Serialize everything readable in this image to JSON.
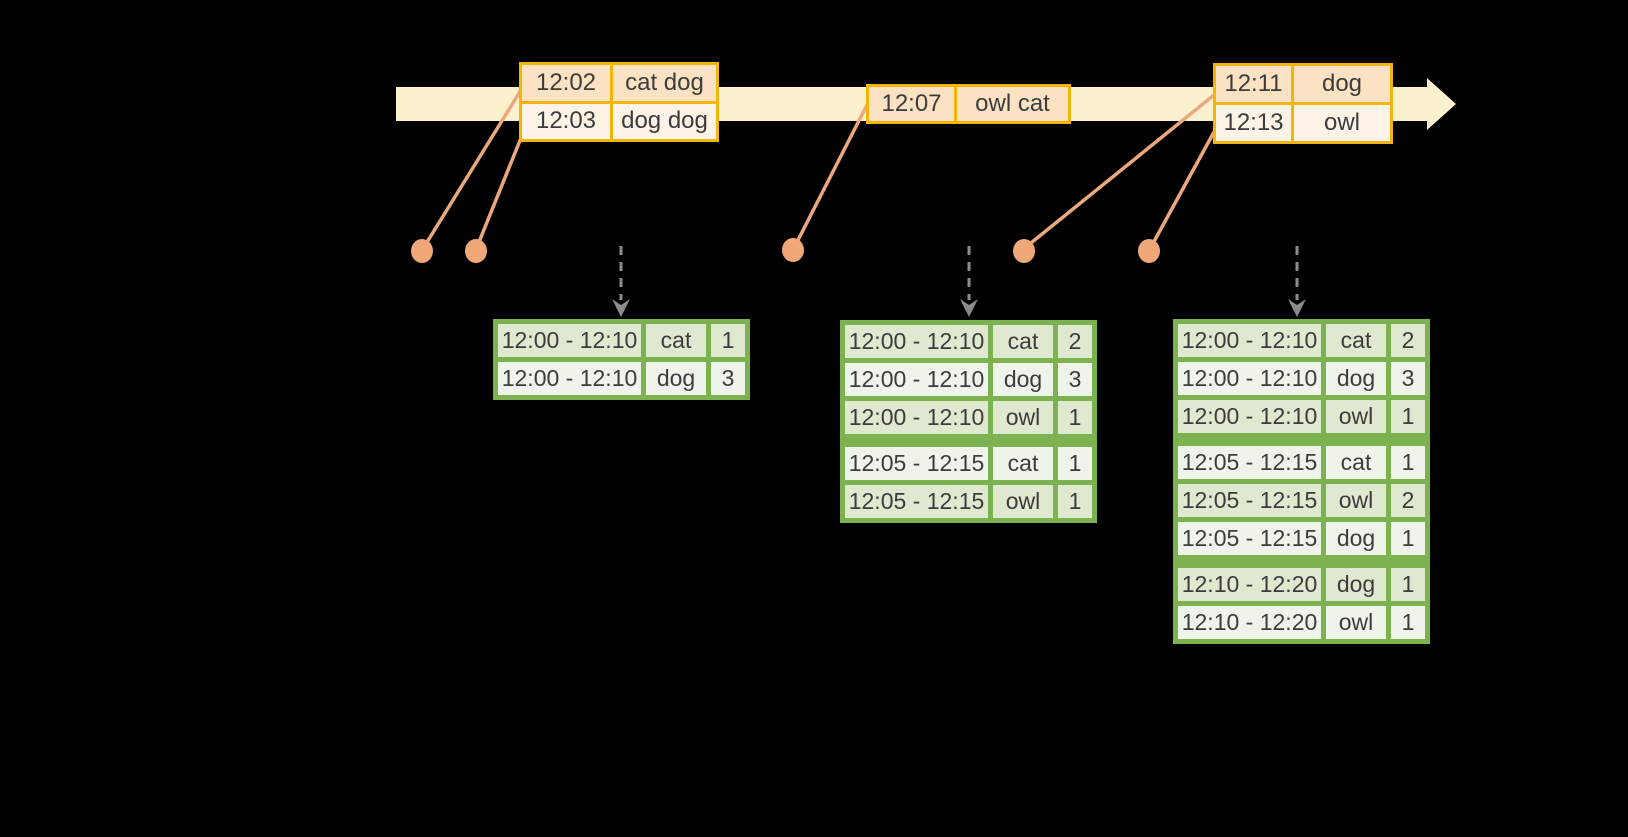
{
  "colors": {
    "bg": "#000000",
    "timeline": "#FCF1CE",
    "gold": "#F3B606",
    "event-row-dark": "#FAE2C2",
    "event-row-light": "#FDF3E6",
    "connector": "#EBA87D",
    "dot": "#F1A878",
    "arrow-gray": "#8C8C8C",
    "green": "#7CB350",
    "result-row-dark": "#DEE9D0",
    "result-row-light": "#EFF4EA",
    "ink": "#3C3C3C"
  },
  "timeline": {
    "direction": "right"
  },
  "event_tables": [
    {
      "rows": [
        {
          "time": "12:02",
          "words": "cat dog"
        },
        {
          "time": "12:03",
          "words": "dog dog"
        }
      ]
    },
    {
      "rows": [
        {
          "time": "12:07",
          "words": "owl cat"
        }
      ]
    },
    {
      "rows": [
        {
          "time": "12:11",
          "words": "dog"
        },
        {
          "time": "12:13",
          "words": "owl"
        }
      ]
    }
  ],
  "result_tables": [
    {
      "rows": [
        {
          "window": "12:00 - 12:10",
          "word": "cat",
          "count": "1"
        },
        {
          "window": "12:00 - 12:10",
          "word": "dog",
          "count": "3"
        }
      ]
    },
    {
      "rows": [
        {
          "window": "12:00 - 12:10",
          "word": "cat",
          "count": "2"
        },
        {
          "window": "12:00 - 12:10",
          "word": "dog",
          "count": "3"
        },
        {
          "window": "12:00 - 12:10",
          "word": "owl",
          "count": "1"
        },
        {
          "window": "12:05 - 12:15",
          "word": "cat",
          "count": "1"
        },
        {
          "window": "12:05 - 12:15",
          "word": "owl",
          "count": "1"
        }
      ]
    },
    {
      "rows": [
        {
          "window": "12:00 - 12:10",
          "word": "cat",
          "count": "2"
        },
        {
          "window": "12:00 - 12:10",
          "word": "dog",
          "count": "3"
        },
        {
          "window": "12:00 - 12:10",
          "word": "owl",
          "count": "1"
        },
        {
          "window": "12:05 - 12:15",
          "word": "cat",
          "count": "1"
        },
        {
          "window": "12:05 - 12:15",
          "word": "owl",
          "count": "2"
        },
        {
          "window": "12:05 - 12:15",
          "word": "dog",
          "count": "1"
        },
        {
          "window": "12:10 - 12:20",
          "word": "dog",
          "count": "1"
        },
        {
          "window": "12:10 - 12:20",
          "word": "owl",
          "count": "1"
        }
      ]
    }
  ]
}
